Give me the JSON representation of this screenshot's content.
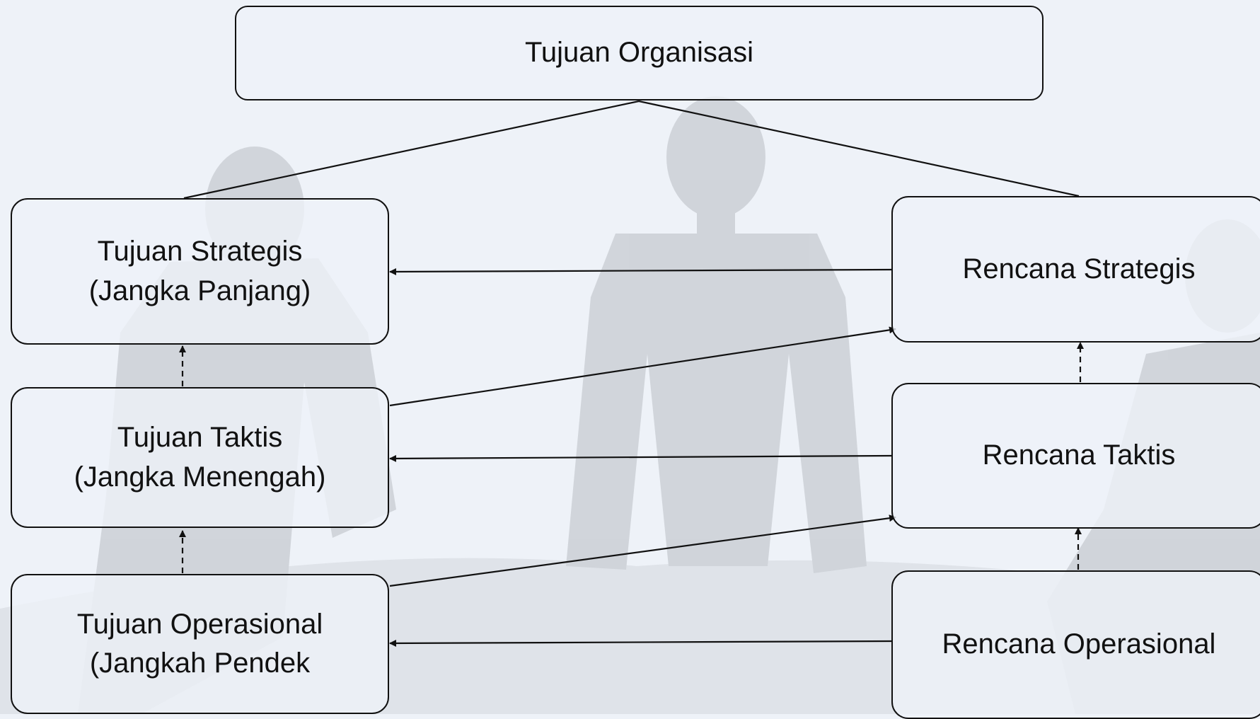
{
  "diagram": {
    "nodes": {
      "tujuan_organisasi": {
        "lines": [
          "Tujuan Organisasi"
        ]
      },
      "tujuan_strategis": {
        "lines": [
          "Tujuan Strategis",
          "(Jangka Panjang)"
        ]
      },
      "tujuan_taktis": {
        "lines": [
          "Tujuan Taktis",
          "(Jangka Menengah)"
        ]
      },
      "tujuan_operasional": {
        "lines": [
          "Tujuan Operasional",
          "(Jangkah Pendek"
        ]
      },
      "rencana_strategis": {
        "lines": [
          "Rencana Strategis"
        ]
      },
      "rencana_taktis": {
        "lines": [
          "Rencana Taktis"
        ]
      },
      "rencana_operasional": {
        "lines": [
          "Rencana Operasional"
        ]
      }
    },
    "edges": [
      {
        "from": "tujuan_organisasi",
        "to": "tujuan_strategis",
        "style": "solid",
        "arrow": false
      },
      {
        "from": "tujuan_organisasi",
        "to": "rencana_strategis",
        "style": "solid",
        "arrow": false
      },
      {
        "from": "rencana_strategis",
        "to": "tujuan_strategis",
        "style": "solid",
        "arrow": true
      },
      {
        "from": "rencana_taktis",
        "to": "tujuan_taktis",
        "style": "solid",
        "arrow": true
      },
      {
        "from": "rencana_operasional",
        "to": "tujuan_operasional",
        "style": "solid",
        "arrow": true
      },
      {
        "from": "tujuan_taktis",
        "to": "rencana_strategis",
        "style": "solid",
        "arrow": true
      },
      {
        "from": "tujuan_operasional",
        "to": "rencana_taktis",
        "style": "solid",
        "arrow": true
      },
      {
        "from": "tujuan_taktis",
        "to": "tujuan_strategis",
        "style": "dashed",
        "arrow": true
      },
      {
        "from": "tujuan_operasional",
        "to": "tujuan_taktis",
        "style": "dashed",
        "arrow": true
      },
      {
        "from": "rencana_taktis",
        "to": "rencana_strategis",
        "style": "dashed",
        "arrow": true
      },
      {
        "from": "rencana_operasional",
        "to": "rencana_taktis",
        "style": "dashed",
        "arrow": true
      }
    ]
  },
  "colors": {
    "background": "#eef2f8",
    "silhouette": "#a9adb3",
    "stroke": "#111111",
    "text": "#111111"
  }
}
